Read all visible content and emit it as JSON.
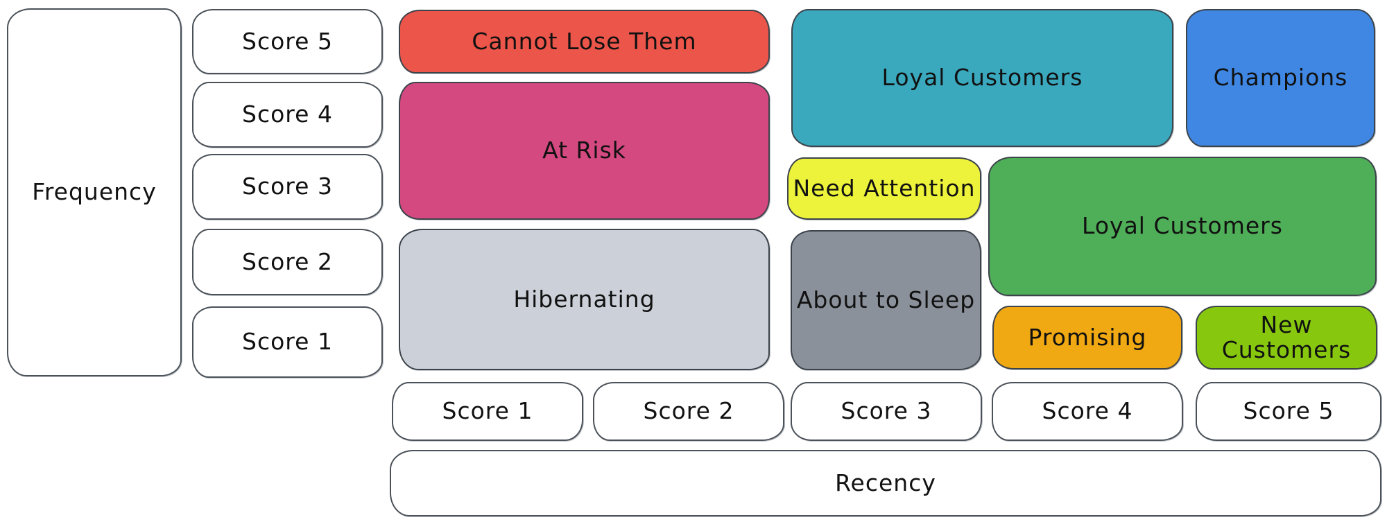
{
  "axes": {
    "frequency": {
      "label": "Frequency",
      "scores": [
        "Score 5",
        "Score 4",
        "Score 3",
        "Score 2",
        "Score 1"
      ]
    },
    "recency": {
      "label": "Recency",
      "scores": [
        "Score 1",
        "Score 2",
        "Score 3",
        "Score 4",
        "Score 5"
      ]
    }
  },
  "segments": [
    {
      "id": "cannot-lose-them",
      "label": "Cannot Lose Them",
      "color": "#ec554a",
      "recency_scores": [
        1,
        2
      ],
      "frequency_scores": [
        5
      ]
    },
    {
      "id": "at-risk",
      "label": "At Risk",
      "color": "#d34980",
      "recency_scores": [
        1,
        2
      ],
      "frequency_scores": [
        3,
        4
      ]
    },
    {
      "id": "hibernating",
      "label": "Hibernating",
      "color": "#ccd1d9",
      "recency_scores": [
        1,
        2
      ],
      "frequency_scores": [
        1,
        2
      ]
    },
    {
      "id": "loyal-customers-top",
      "label": "Loyal Customers",
      "color": "#3aa8bd",
      "recency_scores": [
        3,
        4
      ],
      "frequency_scores": [
        4,
        5
      ]
    },
    {
      "id": "champions",
      "label": "Champions",
      "color": "#3f87e2",
      "recency_scores": [
        5
      ],
      "frequency_scores": [
        4,
        5
      ]
    },
    {
      "id": "need-attention",
      "label": "Need Attention",
      "color": "#edf23a",
      "recency_scores": [
        3
      ],
      "frequency_scores": [
        3
      ]
    },
    {
      "id": "loyal-customers-mid",
      "label": "Loyal Customers",
      "color": "#4fae58",
      "recency_scores": [
        4,
        5
      ],
      "frequency_scores": [
        2,
        3
      ]
    },
    {
      "id": "about-to-sleep",
      "label": "About to Sleep",
      "color": "#8b919a",
      "recency_scores": [
        3
      ],
      "frequency_scores": [
        1,
        2
      ]
    },
    {
      "id": "promising",
      "label": "Promising",
      "color": "#f0a813",
      "recency_scores": [
        4
      ],
      "frequency_scores": [
        1
      ]
    },
    {
      "id": "new-customers",
      "label": "New Customers",
      "color": "#87c80f",
      "recency_scores": [
        5
      ],
      "frequency_scores": [
        1
      ]
    }
  ],
  "colors": {
    "background": "#ffffff",
    "stroke": "#3c434b",
    "text": "#111111"
  }
}
